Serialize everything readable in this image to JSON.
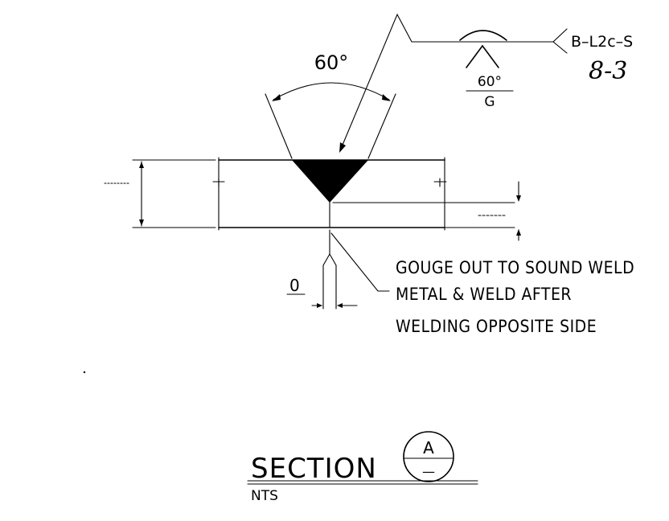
{
  "groove": {
    "angle_label": "60°",
    "root_opening": "0"
  },
  "weld_symbol": {
    "groove_angle": "60°",
    "finish_symbol": "G",
    "tail_reference": "B–L2c–S",
    "sheet_reference": "8-3"
  },
  "note": {
    "lines": [
      "GOUGE OUT TO SOUND WELD",
      "METAL & WELD AFTER",
      "WELDING OPPOSITE SIDE"
    ]
  },
  "section": {
    "label": "SECTION",
    "mark_letter": "A",
    "mark_sheet": "—",
    "scale": "NTS"
  },
  "colors": {
    "ink": "#000000",
    "paper": "#ffffff"
  }
}
